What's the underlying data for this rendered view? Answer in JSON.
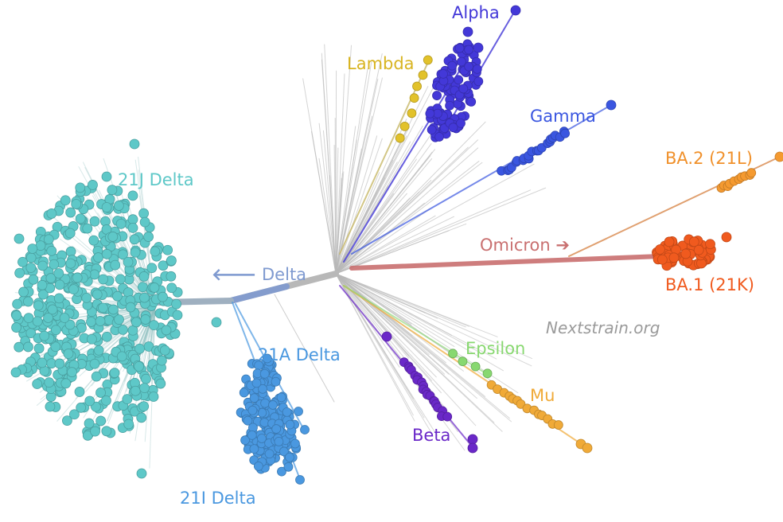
{
  "colors": {
    "delta_21j": "#5ec8c8",
    "delta_21a": "#4a98e0",
    "delta_21i": "#4a98e0",
    "alpha": "#4338d8",
    "gamma": "#3a56e0",
    "lambda": "#e2c22a",
    "omicron_ba1": "#f05a1e",
    "omicron_ba2": "#f59a30",
    "omicron_branch": "#c97070",
    "epsilon": "#88d870",
    "mu": "#f0aa38",
    "beta": "#6a28c8",
    "backbone": "#b8b8b8",
    "delta_arrow": "#7f9ad0"
  },
  "labels": {
    "alpha": "Alpha",
    "lambda": "Lambda",
    "gamma": "Gamma",
    "ba2": "BA.2 (21L)",
    "omicron": "Omicron",
    "omicron_arrow": "➔",
    "ba1": "BA.1 (21K)",
    "delta_21j": "21J Delta",
    "delta": "Delta",
    "delta_arrow": "🡐",
    "delta_21a": "21A Delta",
    "delta_21i": "21I Delta",
    "epsilon": "Epsilon",
    "mu": "Mu",
    "beta": "Beta",
    "watermark": "Nextstrain.org"
  }
}
